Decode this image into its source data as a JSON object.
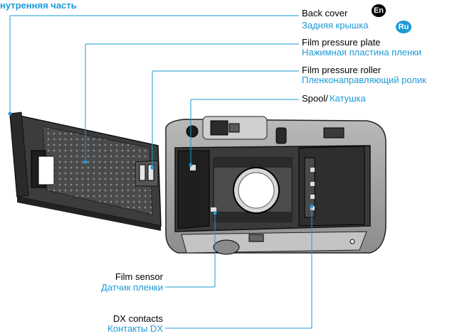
{
  "header": {
    "title": "нутренняя часть"
  },
  "badges": {
    "en": "En",
    "ru": "Ru"
  },
  "labels": {
    "back_cover_en": "Back cover",
    "back_cover_ru": "Задняя крышка",
    "pressure_plate_en": "Film pressure plate",
    "pressure_plate_ru": "Нажимная пластина пленки",
    "pressure_roller_en": "Film pressure roller",
    "pressure_roller_ru": "Пленконаправляющий ролик",
    "spool_en": "Spool/",
    "spool_ru": "Катушка",
    "film_sensor_en": "Film sensor",
    "film_sensor_ru": "Датчик пленки",
    "dx_en": "DX contacts",
    "dx_ru": "Контакты DX"
  },
  "colors": {
    "accent": "#1e9ad6",
    "text": "#000000"
  }
}
